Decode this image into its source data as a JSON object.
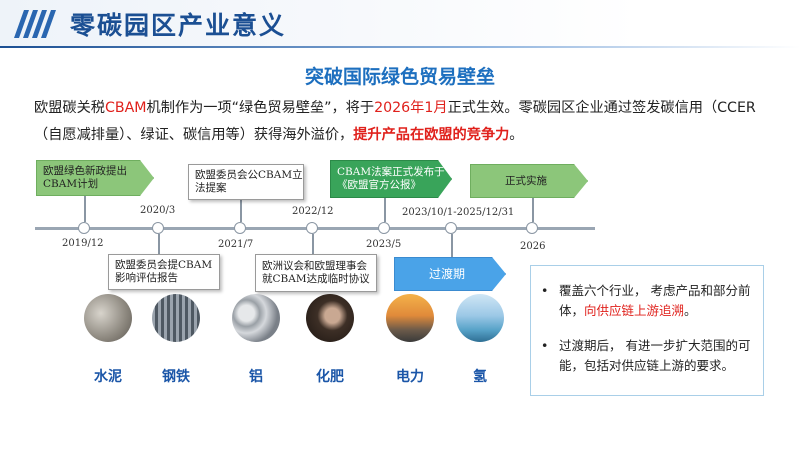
{
  "header": {
    "title": "零碳园区产业意义"
  },
  "section": {
    "title": "突破国际绿色贸易壁垒"
  },
  "paragraph": {
    "p1": "欧盟碳关税",
    "p2": "CBAM",
    "p3": "机制作为一项“绿色贸易壁垒”，将于",
    "p4": "2026年1月",
    "p5": "正式生效。零碳园区企业通过签发碳信用（CCER（自愿减排量）、绿证、碳信用等）获得海外溢价，",
    "p6": "提升产品在欧盟的竞争力",
    "p7": "。"
  },
  "timeline": {
    "events": [
      "欧盟绿色新政提出CBAM计划",
      "欧盟委员会提CBAM影响评估报告",
      "欧盟委员会公CBAM立法提案",
      "欧洲议会和欧盟理事会就CBAM达成临时协议",
      "CBAM法案正式发布于《欧盟官方公报》",
      "过渡期",
      "正式实施"
    ],
    "dates": [
      "2019/12",
      "2020/3",
      "2021/7",
      "2022/12",
      "2023/5",
      "2023/10/1-2025/12/31",
      "2026"
    ]
  },
  "industries": [
    "水泥",
    "钢铁",
    "铝",
    "化肥",
    "电力",
    "氢"
  ],
  "info": {
    "b1_a": "覆盖六个行业， 考虑产品和部分前体，",
    "b1_b": "向供应链上游追溯",
    "b1_c": "。",
    "b2": "过渡期后， 有进一步扩大范围的可能，包括对供应链上游的要求。",
    "bullet_mark": "•"
  },
  "colors": {
    "accent": "#1b4f93",
    "highlight": "#e0211c",
    "green": "#8cc67a",
    "dark_green": "#39a45a",
    "blue": "#4aa3e8"
  },
  "icons": {
    "logo": "stripes-logo-icon"
  }
}
